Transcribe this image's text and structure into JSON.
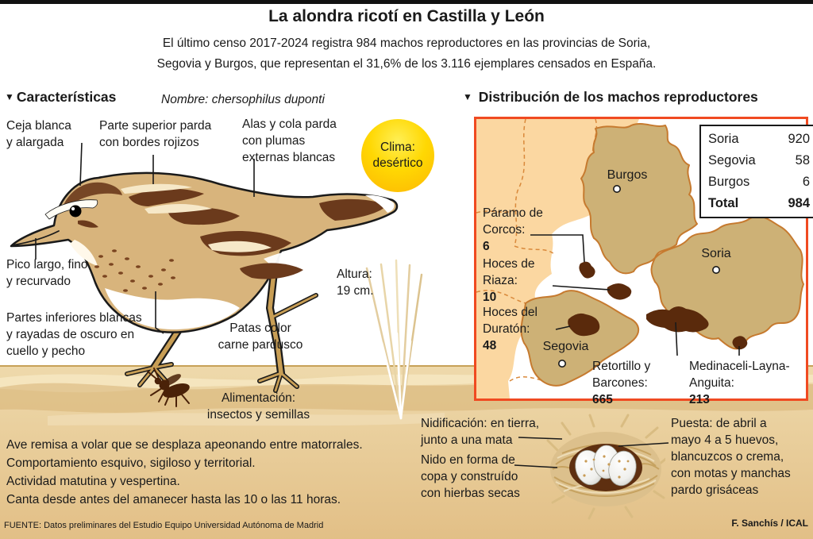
{
  "header": {
    "title": "La alondra ricotí en Castilla y León",
    "intro_line1": "El último censo 2017-2024 registra 984 machos reproductores en las provincias de Soria,",
    "intro_line2": "Segovia y Burgos, que representan el 31,6% de los 3.116 ejemplares censados en España."
  },
  "characteristics": {
    "section_title": "Características",
    "scientific_name": "Nombre: chersophilus duponti",
    "climate": {
      "line1": "Clima:",
      "line2": "desértico"
    },
    "labels": {
      "ceja": {
        "line1": "Ceja blanca",
        "line2": "y alargada"
      },
      "parte_superior": {
        "line1": "Parte superior parda",
        "line2": "con bordes rojizos"
      },
      "alas": {
        "line1": "Alas y cola parda",
        "line2": "con plumas",
        "line3": "externas blancas"
      },
      "pico": {
        "line1": "Pico largo, fino",
        "line2": "y recurvado"
      },
      "partes_inferiores": {
        "line1": "Partes inferiores blancas",
        "line2": "y rayadas de oscuro en",
        "line3": "cuello y pecho"
      },
      "patas": {
        "line1": "Patas color",
        "line2": "carne pardusco"
      },
      "altura": {
        "line1": "Altura:",
        "line2": "19 cm."
      },
      "alimentacion": {
        "line1": "Alimentación:",
        "line2": "insectos y semillas"
      }
    },
    "behavior_lines": [
      "Ave remisa a volar que se desplaza apeonando entre matorrales.",
      "Comportamiento esquivo, sigiloso y territorial.",
      "Actividad matutina y vespertina.",
      "Canta desde antes del amanecer hasta las 10 o las 11 horas."
    ]
  },
  "distribution": {
    "section_title": "Distribución de los machos reproductores",
    "provinces": {
      "burgos": "Burgos",
      "soria": "Soria",
      "segovia": "Segovia"
    },
    "legend": [
      {
        "name": "Soria",
        "value": "920"
      },
      {
        "name": "Segovia",
        "value": "58"
      },
      {
        "name": "Burgos",
        "value": "6"
      },
      {
        "name": "Total",
        "value": "984"
      }
    ],
    "colonies": {
      "corcos": {
        "line1": "Páramo de",
        "line2": "Corcos:",
        "value": "6"
      },
      "riaza": {
        "line1": "Hoces de",
        "line2": "Riaza:",
        "value": "10"
      },
      "duraton": {
        "line1": "Hoces del",
        "line2": "Duratón:",
        "value": "48"
      },
      "retortillo": {
        "line1": "Retortillo y",
        "line2": "Barcones:",
        "value": "665"
      },
      "medinaceli": {
        "line1": "Medinaceli-Layna-",
        "line2": "Anguita:",
        "value": "213"
      }
    }
  },
  "nesting": {
    "nidificacion": {
      "line1": "Nidificación: en tierra,",
      "line2": "junto a una mata"
    },
    "nido": {
      "line1": "Nido en forma de",
      "line2": "copa y construído",
      "line3": "con hierbas secas"
    },
    "puesta": {
      "line1": "Puesta: de abril a",
      "line2": "mayo 4 a 5 huevos,",
      "line3": "blancuzcos o crema,",
      "line4": "con motas y manchas",
      "line5": "pardo grisáceas"
    }
  },
  "footer": {
    "source": "FUENTE: Datos preliminares del Estudio Equipo Universidad Autónoma de Madrid",
    "credit": "F. Sanchís / ICAL"
  },
  "colors": {
    "accent_red": "#f04a21",
    "sand": "#e8cd9d",
    "map_peach": "#fbd7a1",
    "province_tan": "#cdb176",
    "colony_brown": "#5a2a0c",
    "climate_yellow": "#ffd400"
  }
}
